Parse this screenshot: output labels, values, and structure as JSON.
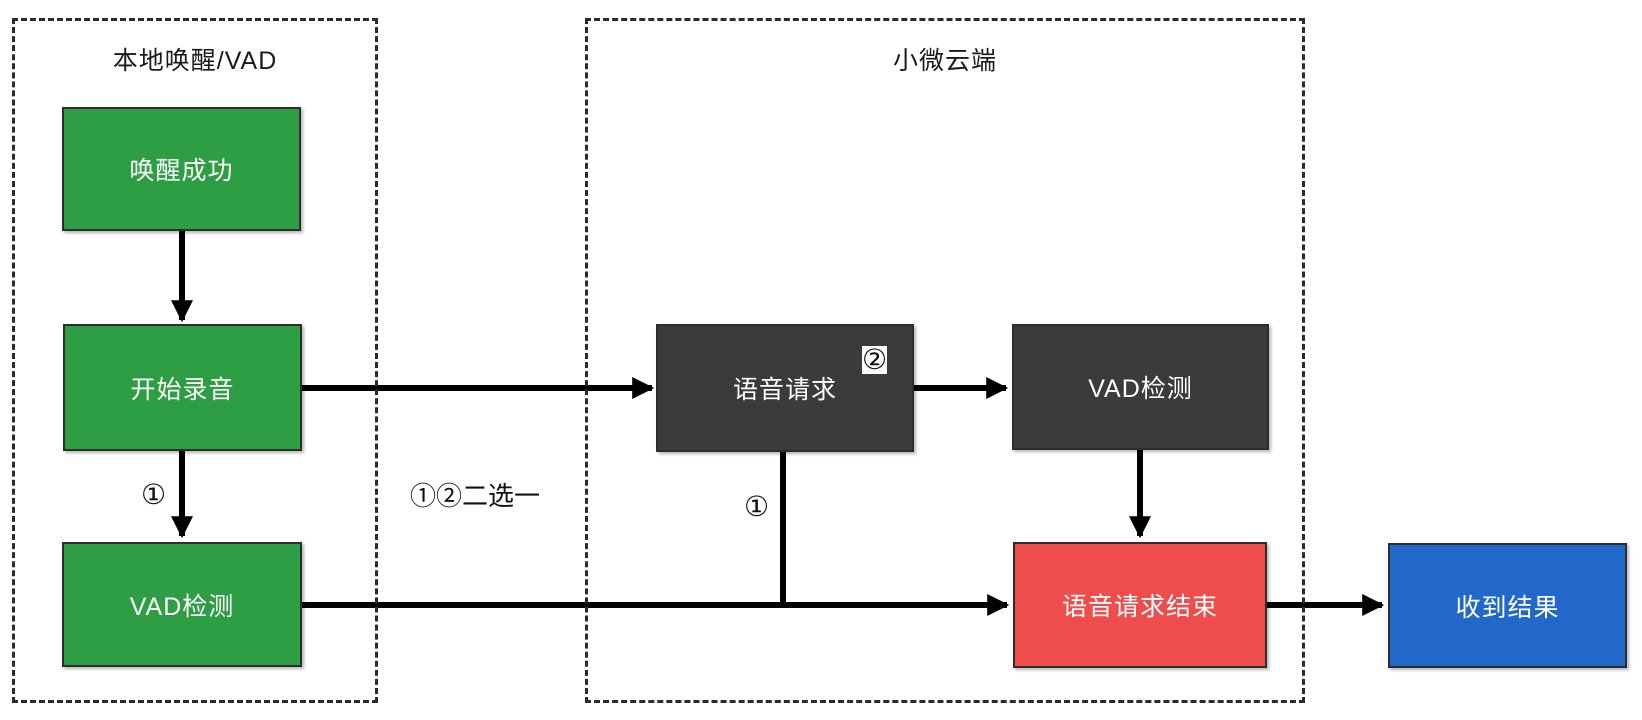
{
  "diagram": {
    "type": "flowchart",
    "containers": [
      {
        "title": "本地唤醒/VAD"
      },
      {
        "title": "小微云端"
      }
    ],
    "nodes": [
      {
        "label": "唤醒成功",
        "color": "#2E9E44"
      },
      {
        "label": "开始录音",
        "color": "#2E9E44"
      },
      {
        "label": "VAD检测",
        "color": "#2E9E44"
      },
      {
        "label": "语音请求",
        "color": "#3B3B3D"
      },
      {
        "label": "VAD检测",
        "color": "#3B3B3D"
      },
      {
        "label": "语音请求结束",
        "color": "#EF4C4C"
      },
      {
        "label": "收到结果",
        "color": "#2268CB"
      }
    ],
    "edge_labels": [
      {
        "text": "①"
      },
      {
        "text": "①②二选一"
      },
      {
        "text": "①"
      },
      {
        "text": "②"
      }
    ],
    "colors": {
      "node_text": "#FFFFFF",
      "arrow_line": "#000000",
      "container_border": "#2B2B2B",
      "background": "#FFFFFF"
    }
  }
}
